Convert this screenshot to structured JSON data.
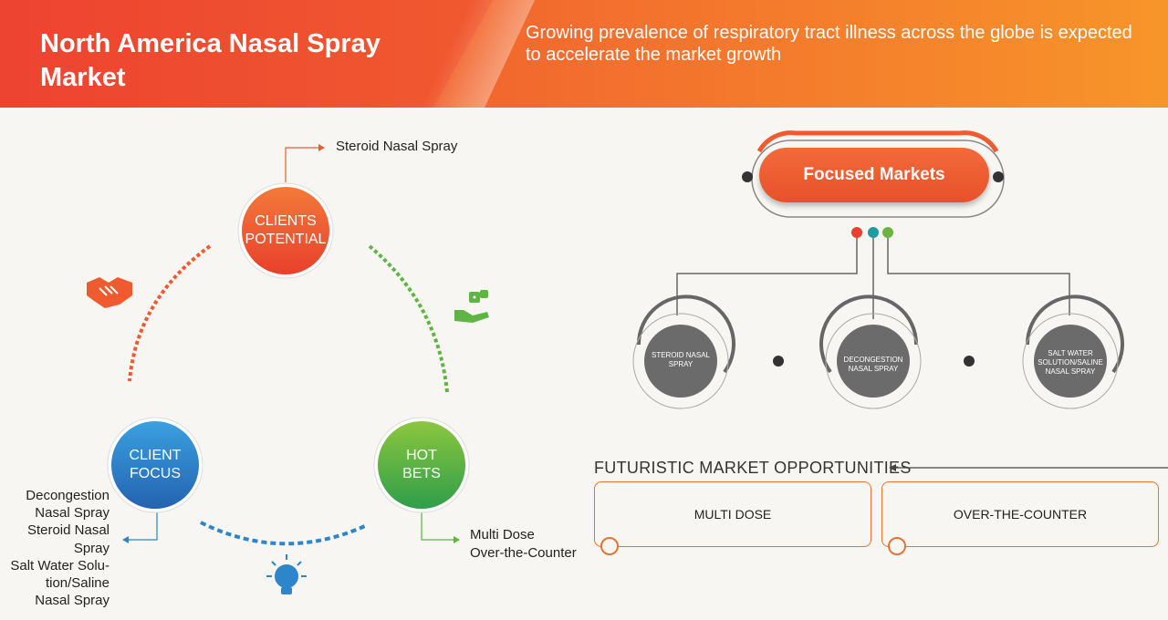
{
  "header": {
    "title": "North America Nasal Spray Market",
    "subtitle": "Growing prevalence of respiratory tract illness across the globe is expected to accelerate the market growth"
  },
  "cycle": {
    "clients_potential": {
      "line1": "CLIENTS",
      "line2": "POTENTIAL",
      "note": "Steroid Nasal Spray"
    },
    "client_focus": {
      "line1": "CLIENT",
      "line2": "FOCUS",
      "notes": [
        "Decongestion",
        "Nasal Spray",
        "Steroid Nasal",
        "Spray",
        "Salt Water Solu-",
        "tion/Saline",
        "Nasal Spray"
      ]
    },
    "hot_bets": {
      "line1": "HOT",
      "line2": "BETS",
      "notes": [
        "Multi Dose",
        "Over-the-Counter"
      ]
    }
  },
  "focused": {
    "title": "Focused Markets",
    "items": [
      {
        "lines": [
          "STEROID NASAL",
          "SPRAY"
        ]
      },
      {
        "lines": [
          "DECONGESTION",
          "NASAL SPRAY"
        ]
      },
      {
        "lines": [
          "SALT WATER",
          "SOLUTION/SALINE",
          "NASAL SPRAY"
        ]
      }
    ]
  },
  "opportunities": {
    "title": "FUTURISTIC MARKET OPPORTUNITIES",
    "items": [
      "MULTI DOSE",
      "OVER-THE-COUNTER"
    ]
  },
  "colors": {
    "orange": "#f05a2f",
    "green": "#5fb544",
    "blue": "#2d86c9",
    "gray": "#6b6b6b",
    "teal": "#1e9aa0"
  }
}
